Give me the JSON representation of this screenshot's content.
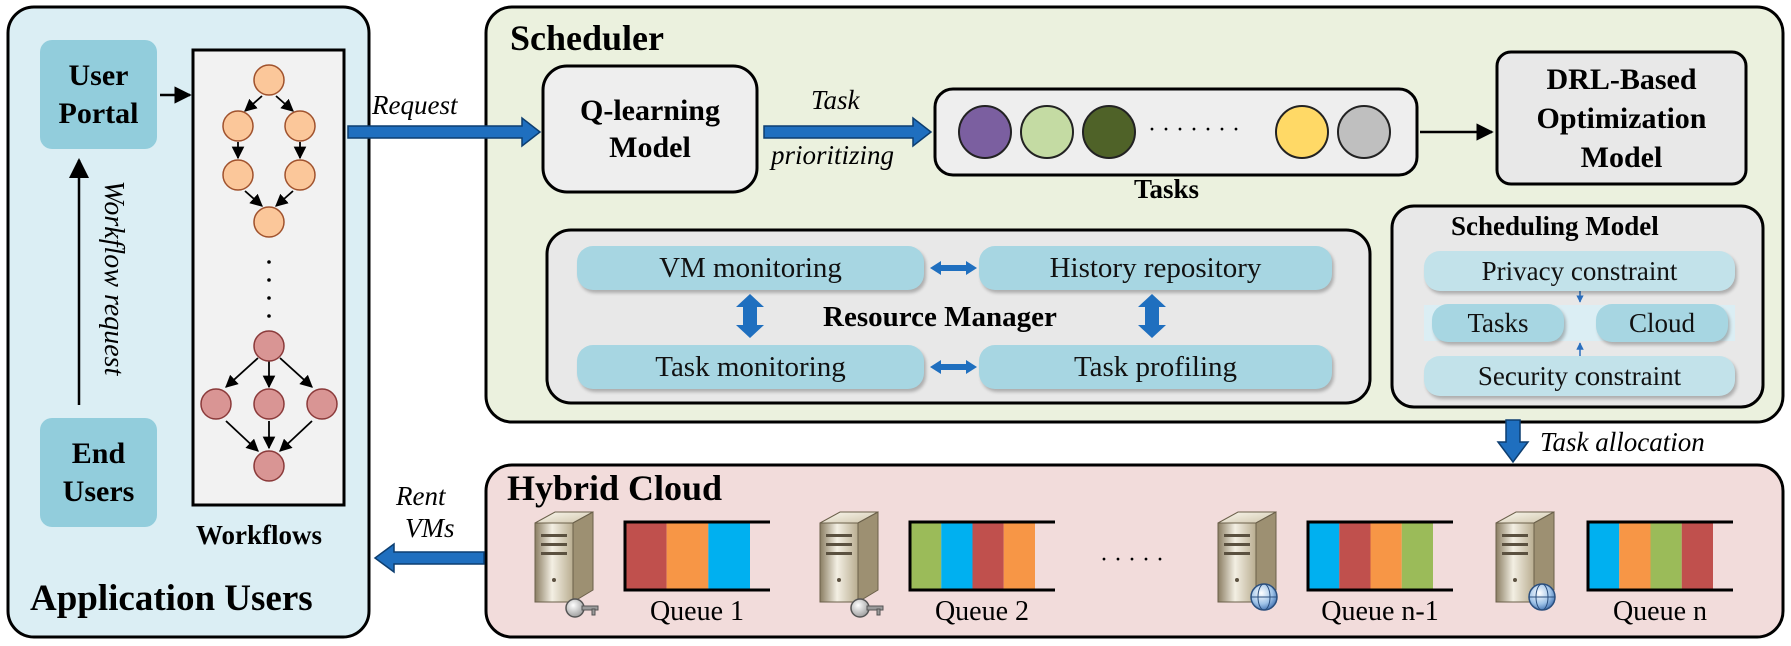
{
  "application_users": {
    "title": "Application Users",
    "user_portal": "User Portal",
    "end_users": "End Users",
    "workflow_request": "Workflow request",
    "workflows_label": "Workflows"
  },
  "arrows": {
    "request": "Request",
    "task_prioritizing_1": "Task",
    "task_prioritizing_2": "prioritizing",
    "task_allocation": "Task allocation",
    "rent_vms_1": "Rent",
    "rent_vms_2": "VMs"
  },
  "scheduler": {
    "title": "Scheduler",
    "q_learning": "Q-learning Model",
    "tasks_label": "Tasks",
    "task_dots": "· · · · · · ·",
    "task_colors": [
      "#7b5fa0",
      "#c4dba3",
      "#4f6228",
      "#ffd966",
      "#bfbfbf"
    ],
    "drl": "DRL-Based Optimization Model",
    "resource_manager": {
      "title": "Resource Manager",
      "vm_monitoring": "VM monitoring",
      "history_repository": "History repository",
      "task_monitoring": "Task monitoring",
      "task_profiling": "Task profiling"
    },
    "scheduling_model": {
      "title": "Scheduling Model",
      "privacy": "Privacy constraint",
      "tasks": "Tasks",
      "cloud": "Cloud",
      "security": "Security constraint"
    }
  },
  "hybrid_cloud": {
    "title": "Hybrid Cloud",
    "dots": "· · · · ·",
    "queues": [
      {
        "label": "Queue 1",
        "badge": "key-icon",
        "segments": [
          "#c0504d",
          "#f79646",
          "#00b0f0"
        ]
      },
      {
        "label": "Queue 2",
        "badge": "key-icon",
        "segments": [
          "#9bbb59",
          "#00b0f0",
          "#c0504d",
          "#f79646"
        ]
      },
      {
        "label": "Queue n-1",
        "badge": "globe-icon",
        "segments": [
          "#00b0f0",
          "#c0504d",
          "#f79646",
          "#9bbb59"
        ]
      },
      {
        "label": "Queue n",
        "badge": "globe-icon",
        "segments": [
          "#00b0f0",
          "#f79646",
          "#9bbb59",
          "#c0504d"
        ]
      }
    ]
  },
  "colors": {
    "app_users_bg": "#dbeef4",
    "scheduler_bg": "#ebf1de",
    "hybrid_bg": "#f2dcdb",
    "arrow_blue": "#1f6fbf",
    "workflow_top_node": "#fbc79a",
    "workflow_bottom_node": "#d99594"
  }
}
